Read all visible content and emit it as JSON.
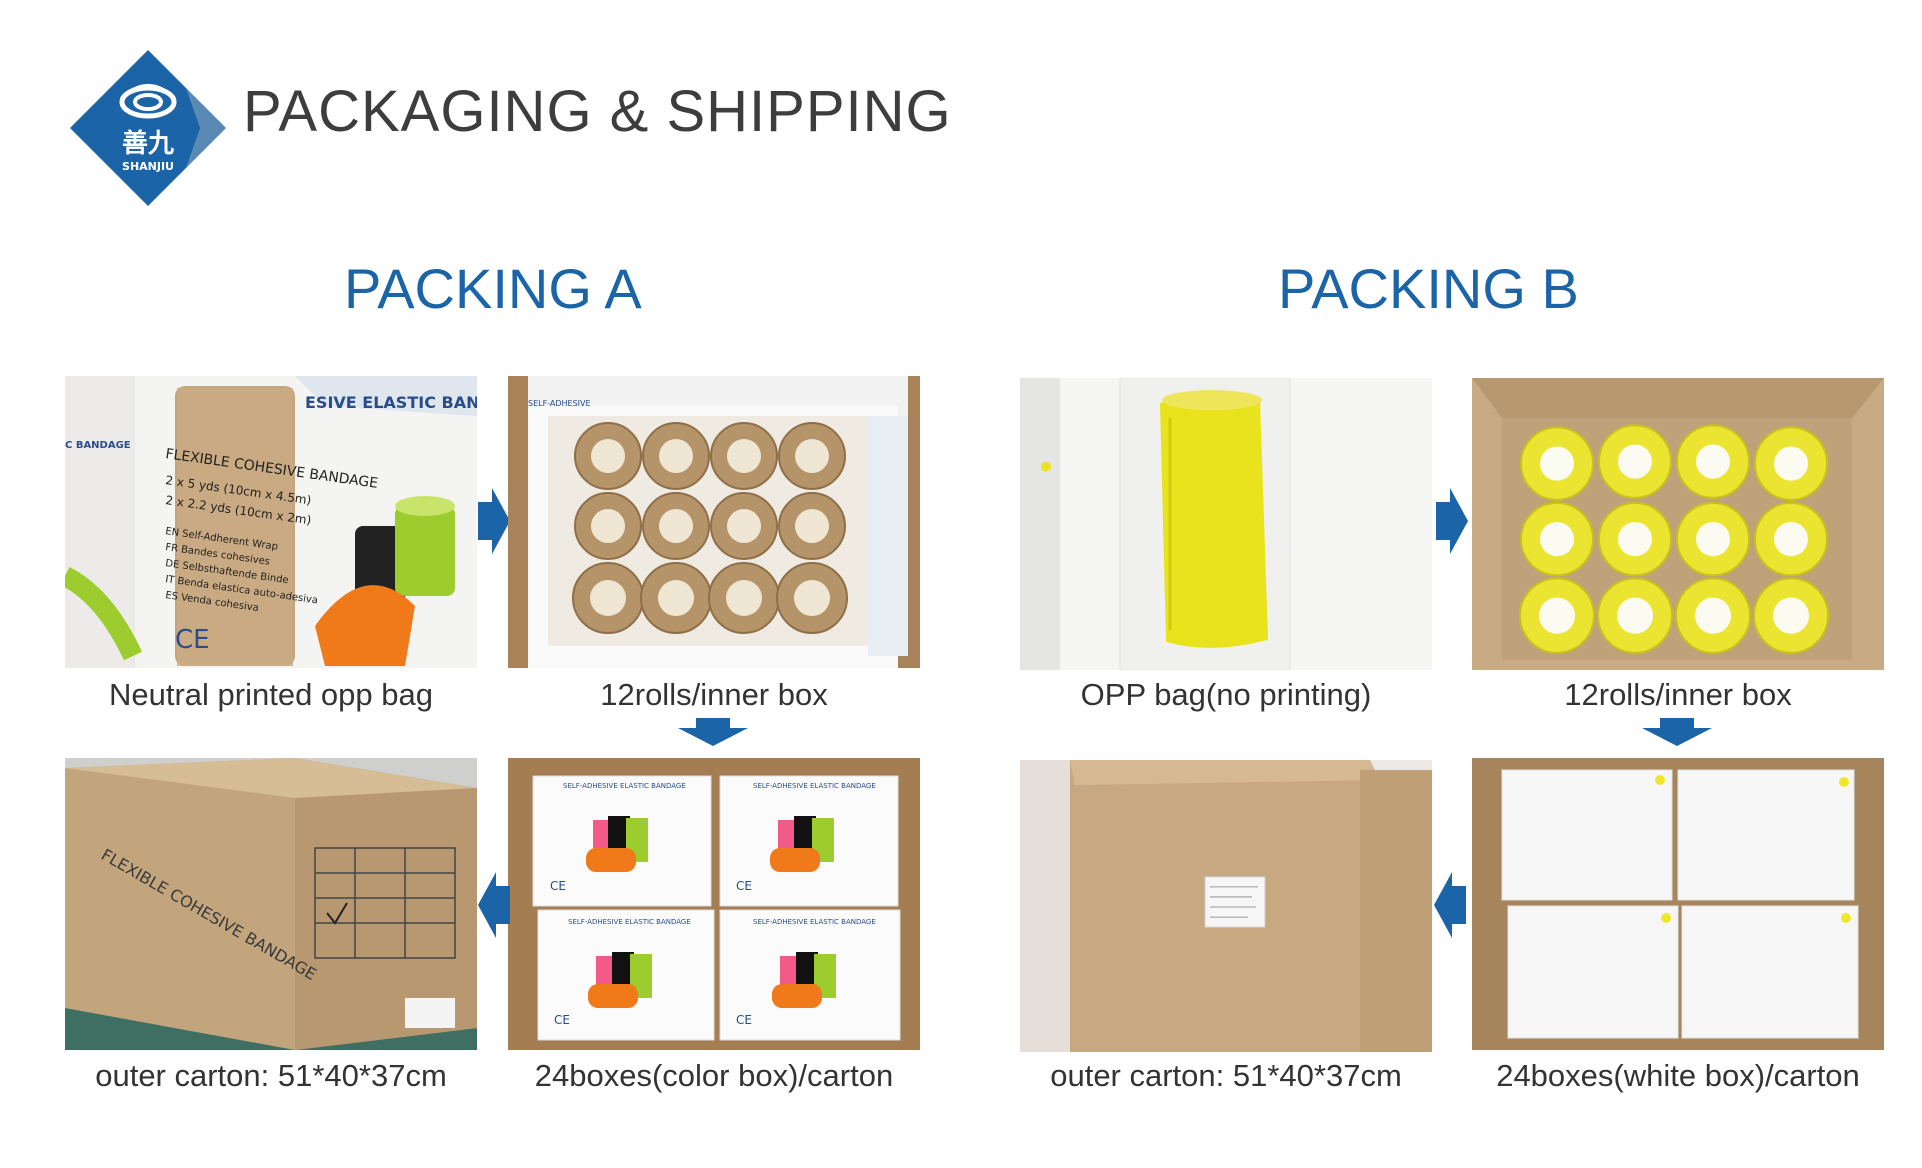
{
  "header": {
    "title": "PACKAGING & SHIPPING",
    "logo": {
      "text_cn": "善九",
      "text_en": "SHANJIU",
      "color": "#1b64a8"
    }
  },
  "sections": [
    {
      "title": "PACKING A",
      "steps": [
        {
          "caption": "Neutral printed opp bag",
          "icon": "bandage-in-bag-photo"
        },
        {
          "caption": "12rolls/inner box",
          "icon": "inner-box-tan-rolls-photo"
        },
        {
          "caption": "24boxes(color box)/carton",
          "icon": "carton-color-boxes-photo"
        },
        {
          "caption": "outer  carton: 51*40*37cm",
          "icon": "outer-carton-photo"
        }
      ]
    },
    {
      "title": "PACKING B",
      "steps": [
        {
          "caption": "OPP bag(no printing)",
          "icon": "yellow-bandage-bag-photo"
        },
        {
          "caption": "12rolls/inner box",
          "icon": "inner-box-yellow-rolls-photo"
        },
        {
          "caption": "24boxes(white box)/carton",
          "icon": "carton-white-boxes-photo"
        },
        {
          "caption": "outer  carton: 51*40*37cm",
          "icon": "outer-carton-plain-photo"
        }
      ]
    }
  ],
  "colors": {
    "accent": "#1b64a8",
    "text": "#333333",
    "carton": "#b89a73"
  }
}
